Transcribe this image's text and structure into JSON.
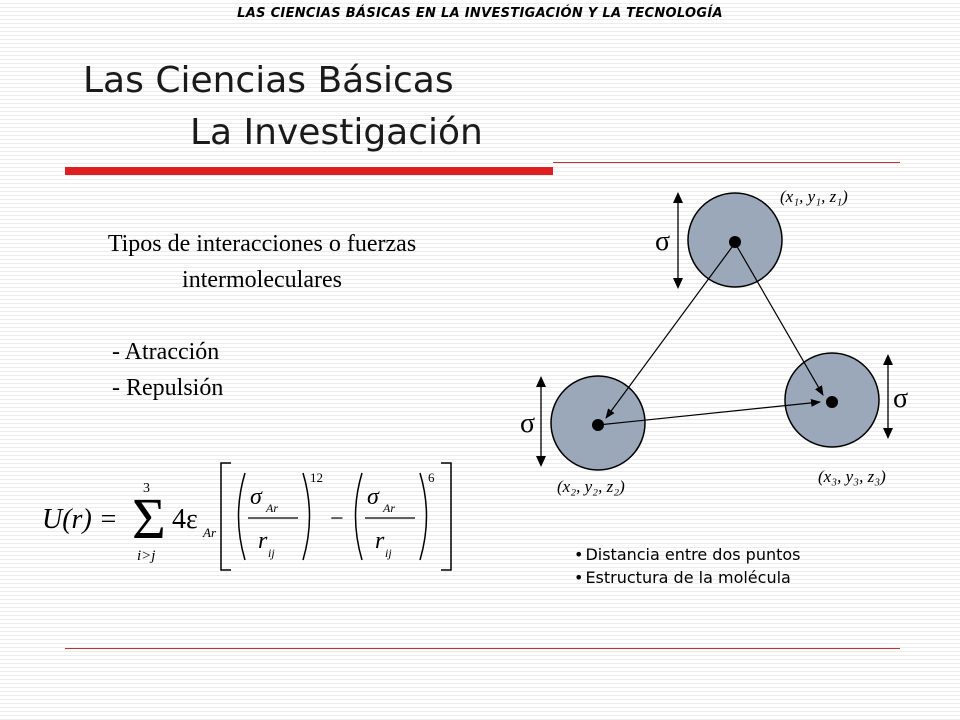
{
  "header": "LAS CIENCIAS BÁSICAS EN LA INVESTIGACIÓN Y LA TECNOLOGÍA",
  "title": {
    "line1": "Las Ciencias Básicas",
    "line2": "La Investigación"
  },
  "subtitle": {
    "line1": "Tipos de interacciones o fuerzas",
    "line2": "intermoleculares"
  },
  "forces": [
    "- Atracción",
    "- Repulsión"
  ],
  "equation": {
    "lhs": "U(r) =",
    "sum_upper": "3",
    "sum_lower": "i>j",
    "coefficient": "4ε",
    "coefficient_sub": "Ar",
    "sigma": "σ",
    "sigma_sub": "Ar",
    "r": "r",
    "r_sub": "ij",
    "exp_repulsive": "12",
    "exp_attractive": "6",
    "minus": "−"
  },
  "diagram": {
    "sigma_symbol": "σ",
    "point1": "(x₁, y₁, z₁)",
    "point2": "(x₂, y₂, z₂)",
    "point3": "(x₃, y₃, z₃)"
  },
  "bullets": [
    "Distancia entre dos puntos",
    "Estructura de la molécula"
  ],
  "colors": {
    "accent_red": "#e02020",
    "atom_fill": "#9aa8ba"
  }
}
